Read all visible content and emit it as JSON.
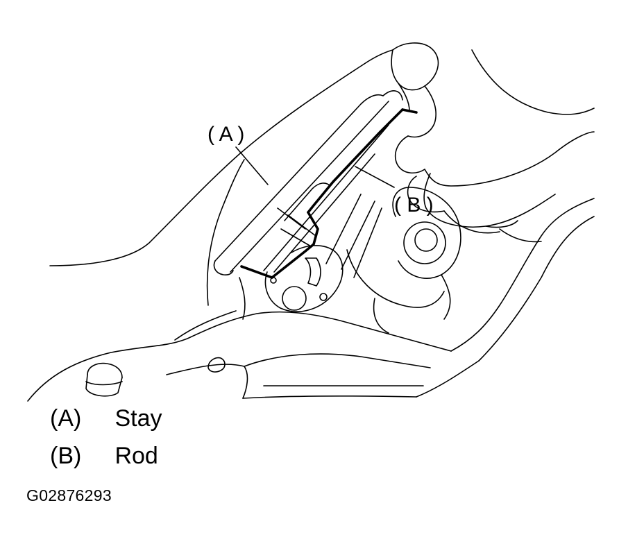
{
  "callouts": {
    "a": "( A )",
    "b": "( B )"
  },
  "legend": [
    {
      "key": "(A)",
      "desc": "Stay"
    },
    {
      "key": "(B)",
      "desc": "Rod"
    }
  ],
  "figure_id": "G02876293"
}
